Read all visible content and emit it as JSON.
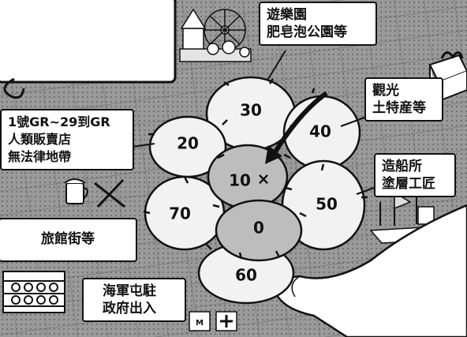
{
  "zones": {
    "z30": "30",
    "z40": "40",
    "z20": "20",
    "z10": "10",
    "z50": "50",
    "z70": "70",
    "z0": "0",
    "z60": "60"
  },
  "center_marker": "×",
  "captions": {
    "amusement": [
      "遊樂園",
      "肥皂泡公園等"
    ],
    "souvenir": [
      "觀光",
      "土特産等"
    ],
    "human_shop": [
      "1號GR~29到GR",
      "人類販賣店",
      "無法律地帶"
    ],
    "shipyard": [
      "造船所",
      "塗層工匠"
    ],
    "hotel": [
      "旅館街等"
    ],
    "navy": [
      "海軍屯駐",
      "政府出入"
    ]
  },
  "colors": {
    "light_zone": "#f2f2f2",
    "dark_zone": "#bdbdbd",
    "ink": "#111111"
  }
}
